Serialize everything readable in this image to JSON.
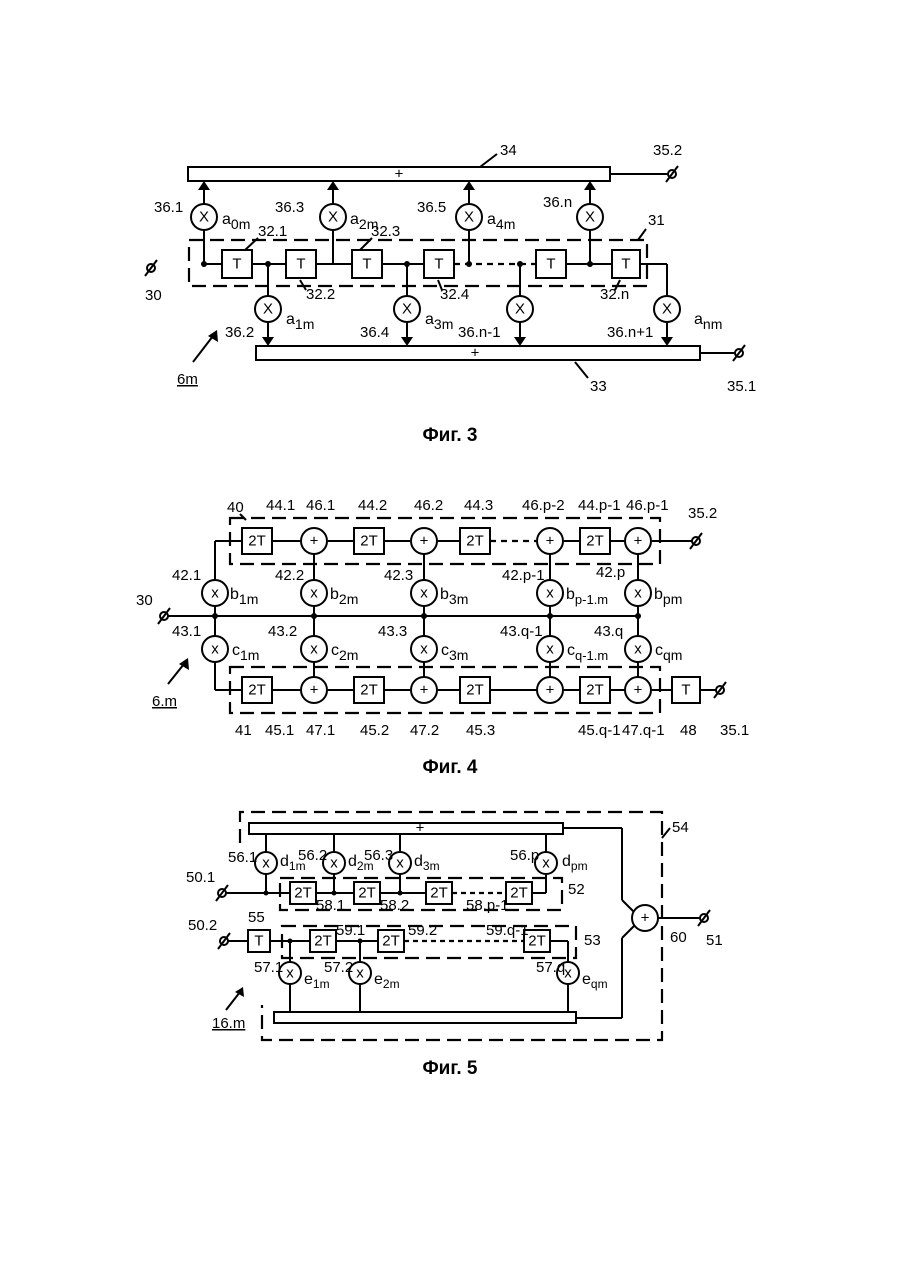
{
  "fig3": {
    "caption": "Фиг. 3",
    "labels": {
      "bus_top": "34",
      "bus_bottom": "33",
      "out_top": "35.2",
      "out_bottom": "35.1",
      "input": "30",
      "line": "31",
      "filter": "6m",
      "plus": "+"
    },
    "delay_symbol": "T",
    "mult_symbol": "X",
    "delays": [
      "32.1",
      "32.2",
      "32.3",
      "32.4",
      "32.n"
    ],
    "mults": [
      "36.1",
      "36.2",
      "36.3",
      "36.4",
      "36.5",
      "36.n-1",
      "36.n",
      "36.n+1"
    ],
    "coefs": {
      "a0": "a",
      "a0s": "0m",
      "a1": "a",
      "a1s": "1m",
      "a2": "a",
      "a2s": "2m",
      "a3": "a",
      "a3s": "3m",
      "a4": "a",
      "a4s": "4m",
      "an": "a",
      "ans": "nm"
    }
  },
  "fig4": {
    "caption": "Фиг. 4",
    "labels": {
      "line_top": "40",
      "line_bottom": "41",
      "input": "30",
      "out_top": "35.2",
      "out_bottom": "35.1",
      "filter": "6.m",
      "delay_end": "48"
    },
    "delay_symbol": "2T",
    "delay_end_symbol": "T",
    "plus": "+",
    "mult_symbol": "x",
    "top_delays": [
      "44.1",
      "44.2",
      "44.3",
      "44.p-1"
    ],
    "top_adders": [
      "46.1",
      "46.2",
      "46.p-2",
      "46.p-1"
    ],
    "top_mults": [
      "42.1",
      "42.2",
      "42.3",
      "42.p-1",
      "42.p"
    ],
    "bottom_mults": [
      "43.1",
      "43.2",
      "43.3",
      "43.q-1",
      "43.q"
    ],
    "bottom_delays": [
      "45.1",
      "45.2",
      "45.3",
      "45.q-1"
    ],
    "bottom_adders": [
      "47.1",
      "47.2",
      "47.q-1"
    ],
    "coefs_b": [
      "b",
      "1m",
      "b",
      "2m",
      "b",
      "3m",
      "b",
      "p-1.m",
      "b",
      "pm"
    ],
    "coefs_c": [
      "c",
      "1m",
      "c",
      "2m",
      "c",
      "3m",
      "c",
      "q-1.m",
      "c",
      "qm"
    ]
  },
  "fig5": {
    "caption": "Фиг. 5",
    "labels": {
      "input1": "50.1",
      "input2": "50.2",
      "output": "51",
      "line_top": "52",
      "line_bottom": "53",
      "frame": "54",
      "delay_in": "55",
      "adder": "60",
      "filter": "16.m",
      "plus": "+"
    },
    "delay_symbol": "2T",
    "delay_in_symbol": "T",
    "mult_symbol": "x",
    "top_mults": [
      "56.1",
      "56.2",
      "56.3",
      "56.p"
    ],
    "top_delays": [
      "58.1",
      "58.2",
      "58.p-1"
    ],
    "bottom_delays": [
      "59.1",
      "59.2",
      "59.q-1"
    ],
    "bottom_mults": [
      "57.1",
      "57.2",
      "57.q"
    ],
    "coefs_d": [
      "d",
      "1m",
      "d",
      "2m",
      "d",
      "3m",
      "d",
      "pm"
    ],
    "coefs_e": [
      "e",
      "1m",
      "e",
      "2m",
      "e",
      "qm"
    ]
  }
}
